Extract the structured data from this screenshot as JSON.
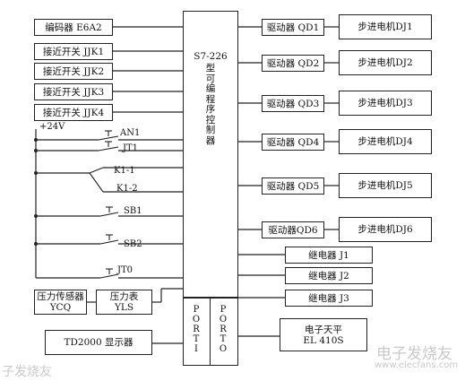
{
  "plc": {
    "model": "S7-226",
    "chars": [
      "型",
      "可",
      "编",
      "程",
      "序",
      "控",
      "制",
      "器"
    ],
    "port1_chars": [
      "P",
      "O",
      "R",
      "T",
      "I"
    ],
    "port0_chars": [
      "P",
      "O",
      "R",
      "T",
      "O"
    ]
  },
  "inputs": {
    "encoder": "编码器 E6A2",
    "proximity": [
      "接近开关 JJK1",
      "接近开关 JJK2",
      "接近开关 JJK3",
      "接近开关 JJK4"
    ],
    "supply": "+24V",
    "switches": [
      "AN1",
      "JT1",
      "K1-1",
      "K1-2",
      "SB1",
      "SB2",
      "JT0"
    ],
    "pressure_sensor": {
      "line1": "压力传感器",
      "line2": "YCQ"
    },
    "pressure_gauge": {
      "line1": "压力表",
      "line2": "YLS"
    },
    "display": "TD2000 显示器"
  },
  "outputs": {
    "drivers": [
      "驱动器 QD1",
      "驱动器 QD2",
      "驱动器 QD3",
      "驱动器 QD4",
      "驱动器 QD5",
      "驱动器QD6"
    ],
    "motors": [
      "步进电机DJ1",
      "步进电机DJ2",
      "步进电机DJ3",
      "步进电机DJ4",
      "步进电机DJ5",
      "步进电机DJ6"
    ],
    "relays": [
      "继电器 J1",
      "继电器 J2",
      "继电器 J3"
    ],
    "balance": {
      "line1": "电子天平",
      "line2": "EL 410S"
    }
  },
  "watermarks": {
    "left": "子发烧友",
    "right_brand": "电子发烧友",
    "right_url": "www.elecfans.com"
  }
}
